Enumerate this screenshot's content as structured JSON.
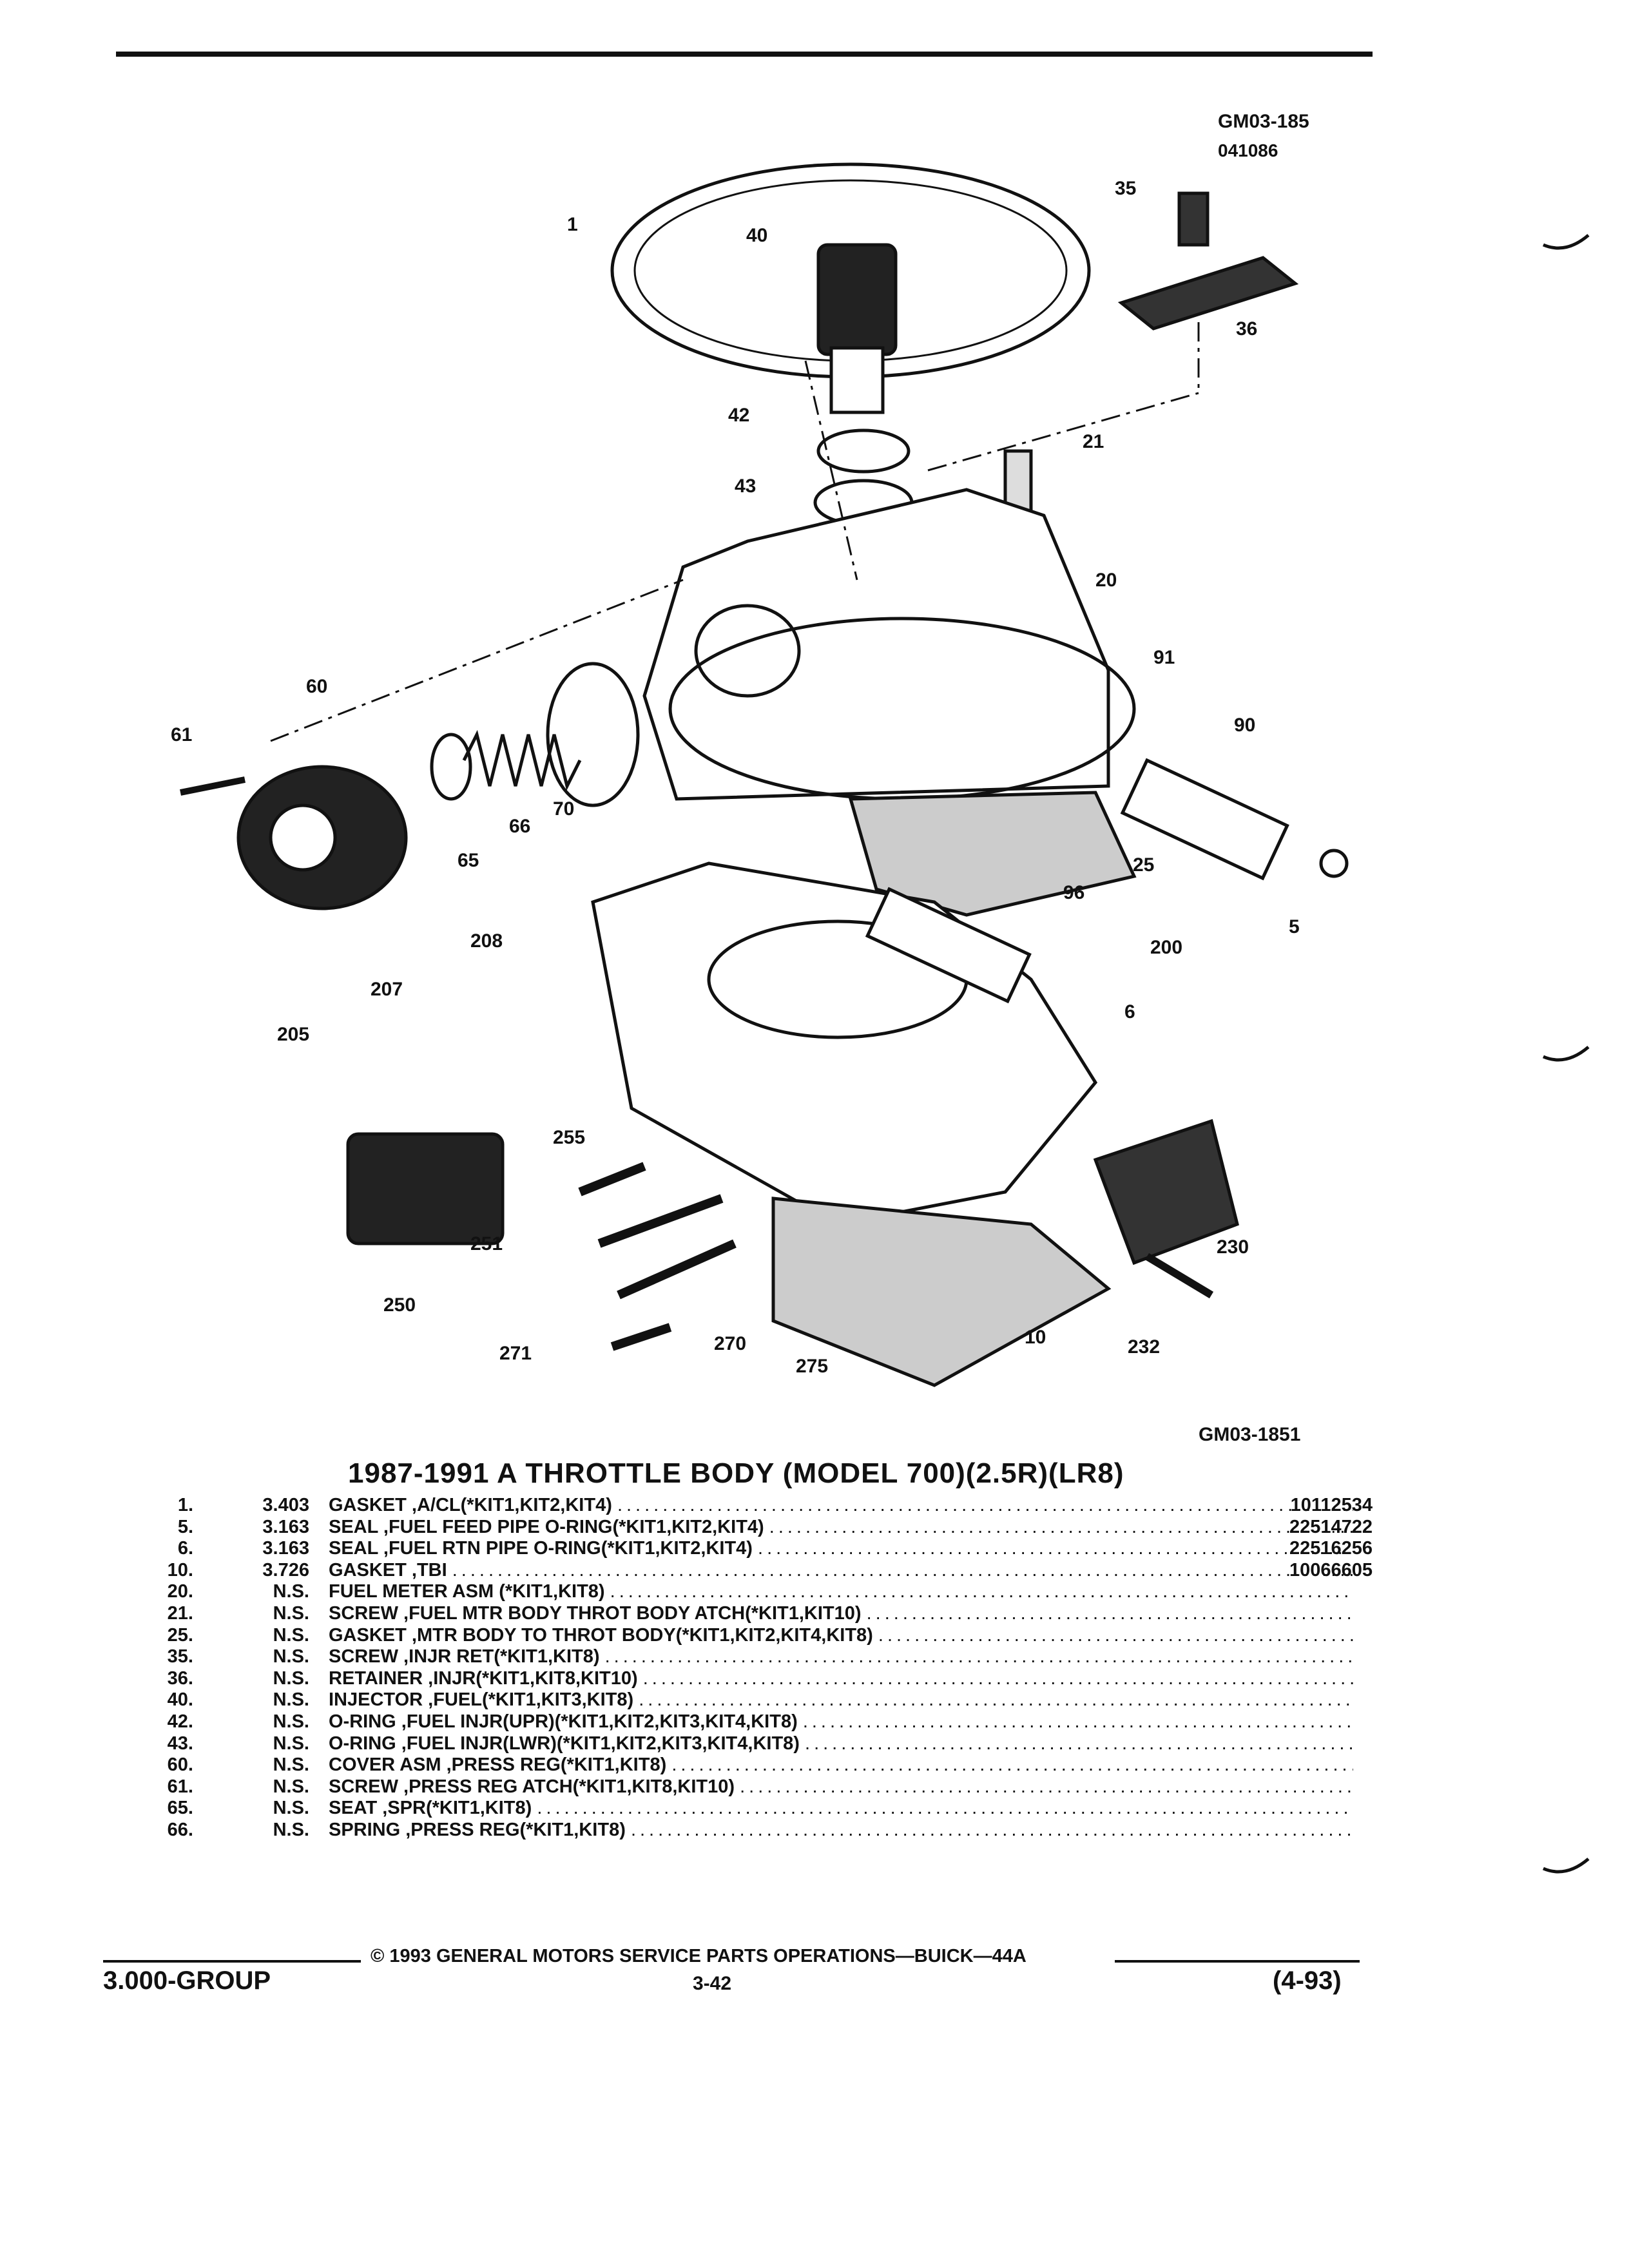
{
  "figure": {
    "code_top": "GM03-185",
    "date_code": "041086",
    "code_bottom": "GM03-1851",
    "callouts": [
      "1",
      "40",
      "35",
      "36",
      "21",
      "42",
      "43",
      "20",
      "91",
      "90",
      "60",
      "61",
      "70",
      "66",
      "65",
      "25",
      "5",
      "96",
      "200",
      "6",
      "208",
      "207",
      "205",
      "255",
      "230",
      "251",
      "250",
      "232",
      "271",
      "270",
      "275",
      "10"
    ]
  },
  "title": "1987-1991 A THROTTLE BODY (MODEL 700)(2.5R)(LR8)",
  "parts": [
    {
      "ref": "1.",
      "group": "3.403",
      "name": "GASKET",
      "spec": ",A/CL(*KIT1,KIT2,KIT4)",
      "part_no": "10112534"
    },
    {
      "ref": "5.",
      "group": "3.163",
      "name": "SEAL",
      "spec": ",FUEL FEED PIPE O-RING(*KIT1,KIT2,KIT4)",
      "part_no": "22514722"
    },
    {
      "ref": "6.",
      "group": "3.163",
      "name": "SEAL",
      "spec": ",FUEL RTN PIPE O-RING(*KIT1,KIT2,KIT4)",
      "part_no": "22516256"
    },
    {
      "ref": "10.",
      "group": "3.726",
      "name": "GASKET",
      "spec": ",TBI",
      "part_no": "10066605"
    },
    {
      "ref": "20.",
      "group": "N.S.",
      "name": "FUEL METER ASM",
      "spec": "(*KIT1,KIT8)",
      "part_no": ""
    },
    {
      "ref": "21.",
      "group": "N.S.",
      "name": "SCREW",
      "spec": ",FUEL MTR BODY THROT BODY ATCH(*KIT1,KIT10)",
      "part_no": ""
    },
    {
      "ref": "25.",
      "group": "N.S.",
      "name": "GASKET",
      "spec": ",MTR BODY TO THROT BODY(*KIT1,KIT2,KIT4,KIT8)",
      "part_no": ""
    },
    {
      "ref": "35.",
      "group": "N.S.",
      "name": "SCREW",
      "spec": ",INJR RET(*KIT1,KIT8)",
      "part_no": ""
    },
    {
      "ref": "36.",
      "group": "N.S.",
      "name": "RETAINER",
      "spec": ",INJR(*KIT1,KIT8,KIT10)",
      "part_no": ""
    },
    {
      "ref": "40.",
      "group": "N.S.",
      "name": "INJECTOR",
      "spec": ",FUEL(*KIT1,KIT3,KIT8)",
      "part_no": ""
    },
    {
      "ref": "42.",
      "group": "N.S.",
      "name": "O-RING",
      "spec": ",FUEL INJR(UPR)(*KIT1,KIT2,KIT3,KIT4,KIT8)",
      "part_no": ""
    },
    {
      "ref": "43.",
      "group": "N.S.",
      "name": "O-RING",
      "spec": ",FUEL INJR(LWR)(*KIT1,KIT2,KIT3,KIT4,KIT8)",
      "part_no": ""
    },
    {
      "ref": "60.",
      "group": "N.S.",
      "name": "COVER ASM",
      "spec": ",PRESS REG(*KIT1,KIT8)",
      "part_no": ""
    },
    {
      "ref": "61.",
      "group": "N.S.",
      "name": "SCREW",
      "spec": ",PRESS REG ATCH(*KIT1,KIT8,KIT10)",
      "part_no": ""
    },
    {
      "ref": "65.",
      "group": "N.S.",
      "name": "SEAT",
      "spec": ",SPR(*KIT1,KIT8)",
      "part_no": ""
    },
    {
      "ref": "66.",
      "group": "N.S.",
      "name": "SPRING",
      "spec": ",PRESS REG(*KIT1,KIT8)",
      "part_no": ""
    }
  ],
  "footer": {
    "copyright": "© 1993 GENERAL MOTORS SERVICE PARTS OPERATIONS—BUICK—44A",
    "group": "3.000-GROUP",
    "page": "3-42",
    "date": "(4-93)"
  }
}
